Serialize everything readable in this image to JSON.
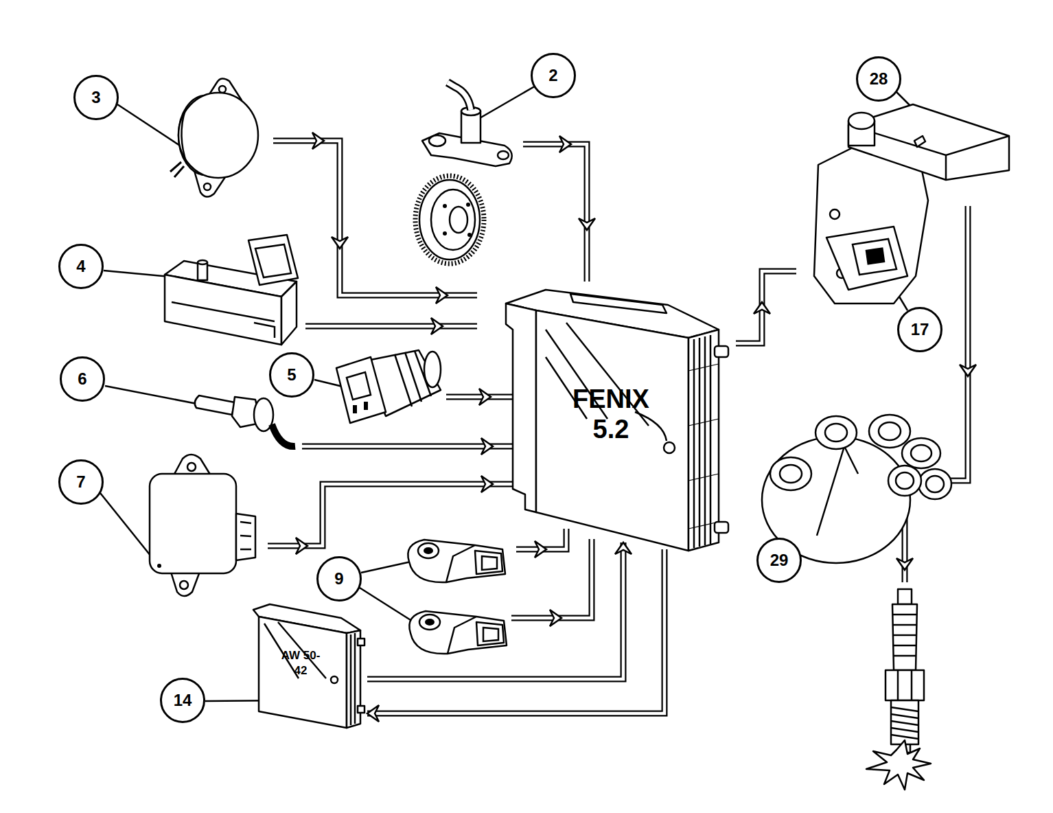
{
  "diagram": {
    "nodes": [
      {
        "text": [
          "3"
        ]
      },
      {
        "text": [
          "2"
        ]
      },
      {
        "text": [
          "28"
        ]
      },
      {
        "text": [
          "4"
        ]
      },
      {
        "text": [
          "5"
        ]
      },
      {
        "text": [
          "FENIX 5.2"
        ]
      },
      {
        "text": [
          "6"
        ]
      },
      {
        "text": [
          "17"
        ]
      },
      {
        "text": [
          "7"
        ]
      },
      {
        "text": [
          "29"
        ]
      },
      {
        "text": [
          "9"
        ]
      },
      {
        "text": [
          "AW 50-42"
        ]
      },
      {
        "text": [
          "14"
        ]
      }
    ],
    "edges": [
      {
        "from": 11,
        "to": 5,
        "arrow": "to"
      },
      {
        "from": 5,
        "to": 11,
        "arrow": "to"
      }
    ]
  }
}
